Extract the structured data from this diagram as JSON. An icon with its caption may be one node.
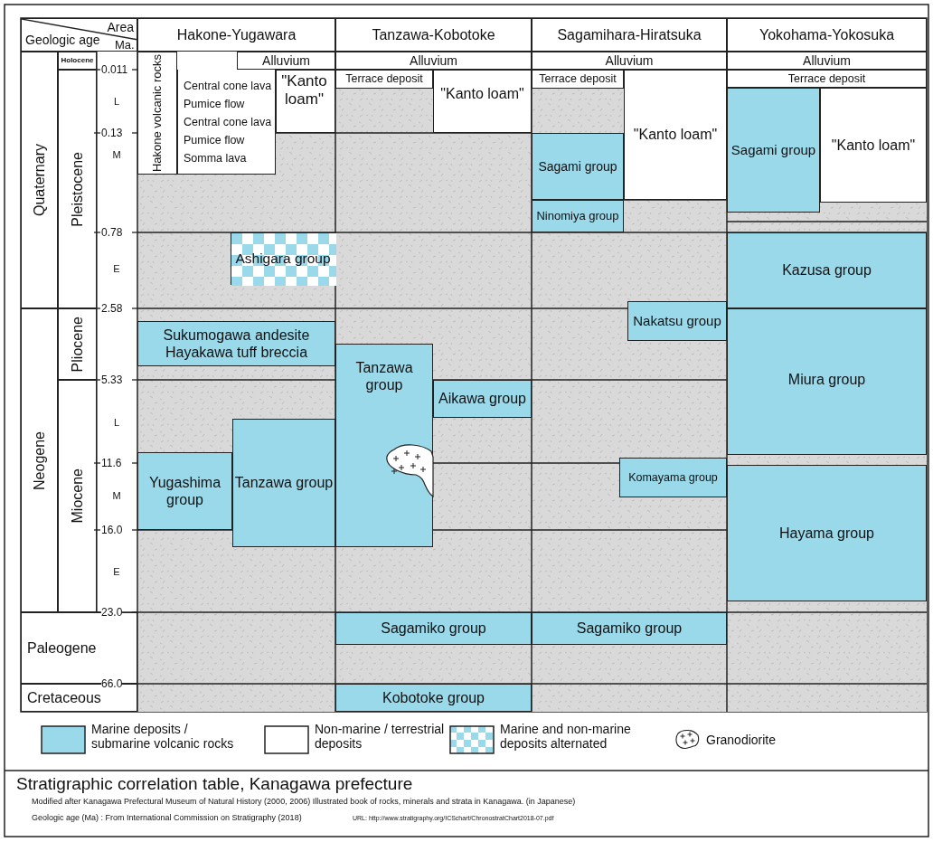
{
  "diagram": {
    "caption": "Stratigraphic correlation table, Kanagawa prefecture",
    "nodes": [
      {
        "text": [
          "Area",
          "Geologic age"
        ]
      },
      {
        "text": [
          "Hakone-Yugawara"
        ]
      },
      {
        "text": [
          "Tanzawa-Kobotoke"
        ]
      },
      {
        "text": [
          "Sagamihara-Hiratsuka"
        ]
      },
      {
        "text": [
          "Yokohama-Yokosuka"
        ]
      },
      {
        "text": [
          "Quaternary"
        ]
      },
      {
        "text": [
          "Holocene"
        ]
      },
      {
        "text": [
          "Pleistocene"
        ]
      },
      {
        "text": [
          "Neogene"
        ]
      },
      {
        "text": [
          "Pliocene"
        ]
      },
      {
        "text": [
          "Miocene"
        ]
      },
      {
        "text": [
          "Paleogene"
        ]
      },
      {
        "text": [
          "Cretaceous"
        ]
      },
      {
        "text": [
          "Alluvium"
        ]
      },
      {
        "text": [
          "Hakone volcanic rocks"
        ]
      },
      {
        "text": [
          "Central cone lava",
          "Pumice flow",
          "Central cone lava",
          "Pumice flow",
          "Somma lava"
        ]
      },
      {
        "text": [
          "\"Kanto loam\""
        ]
      },
      {
        "text": [
          "Ashigara group"
        ]
      },
      {
        "text": [
          "Sukumogawa andesite",
          "Hayakawa tuff breccia"
        ]
      },
      {
        "text": [
          "Yugashima group"
        ]
      },
      {
        "text": [
          "Tanzawa group"
        ]
      },
      {
        "text": [
          "Alluvium"
        ]
      },
      {
        "text": [
          "Terrace deposit"
        ]
      },
      {
        "text": [
          "\"Kanto loam\""
        ]
      },
      {
        "text": [
          "Tanzawa group"
        ]
      },
      {
        "text": [
          "Aikawa group"
        ]
      },
      {
        "text": [
          "Sagamiko group"
        ]
      },
      {
        "text": [
          "Kobotoke group"
        ]
      },
      {
        "text": [
          "Alluvium"
        ]
      },
      {
        "text": [
          "Terrace deposit"
        ]
      },
      {
        "text": [
          "\"Kanto loam\""
        ]
      },
      {
        "text": [
          "Sagami group"
        ]
      },
      {
        "text": [
          "Ninomiya group"
        ]
      },
      {
        "text": [
          "Nakatsu group"
        ]
      },
      {
        "text": [
          "Komayama group"
        ]
      },
      {
        "text": [
          "Sagamiko group"
        ]
      },
      {
        "text": [
          "Alluvium"
        ]
      },
      {
        "text": [
          "Terrace deposit"
        ]
      },
      {
        "text": [
          "Sagami group"
        ]
      },
      {
        "text": [
          "\"Kanto loam\""
        ]
      },
      {
        "text": [
          "Kazusa group"
        ]
      },
      {
        "text": [
          "Miura group"
        ]
      },
      {
        "text": [
          "Hayama group"
        ]
      }
    ],
    "labels": [
      "Ma.",
      "0.011",
      "L",
      "0.13",
      "M",
      "0.78",
      "E",
      "2.58",
      "5.33",
      "L",
      "11.6",
      "M",
      "16.0",
      "E",
      "23.0",
      "66.0",
      "Modified after Kanagawa Prefectural Museum of Natural History (2000, 2006) Illustrated book of rocks, minerals and strata in Kanagawa. (in Japanese)",
      "Geologic age (Ma) : From International Commission on Stratigraphy (2018)",
      "URL: http://www.stratigraphy.org/ICSchart/ChronostratChart2018-07.pdf"
    ],
    "legend": [
      {
        "text": "Marine deposits / submarine volcanic rocks",
        "color": "#99d9ea"
      },
      {
        "text": "Non-marine / terrestrial deposits",
        "color": "#ffffff"
      },
      {
        "text": "Marine and non-marine deposits alternated"
      },
      {
        "text": "Granodiorite"
      }
    ]
  }
}
